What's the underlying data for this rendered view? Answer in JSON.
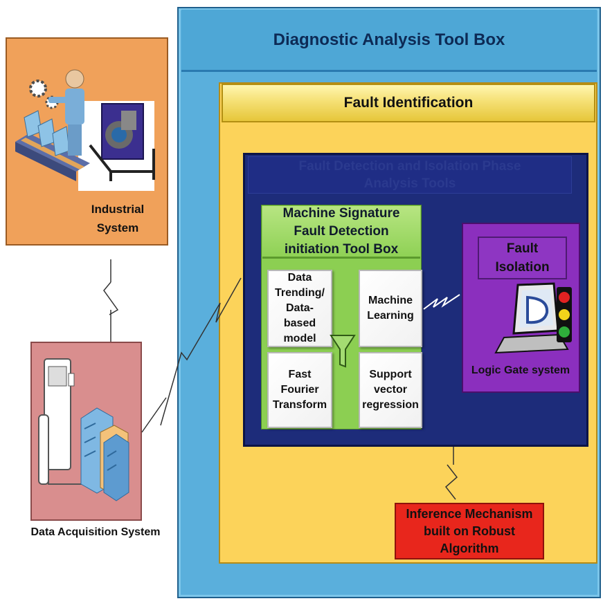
{
  "outer_title": "Diagnostic Analysis Tool Box",
  "fault_identification": "Fault Identification",
  "fdi_title": {
    "line1": "Fault Detection and Isolation Phase",
    "line2": "Analysis Tools"
  },
  "signature": {
    "line1": "Machine Signature",
    "line2": "Fault Detection",
    "line3": "initiation Tool Box"
  },
  "tools": {
    "trending": {
      "line1": "Data",
      "line2": "Trending/",
      "line3": "Data-",
      "line4": "based",
      "line5": "model"
    },
    "ml": {
      "line1": "Machine",
      "line2": "Learning"
    },
    "fft": {
      "line1": "Fast",
      "line2": "Fourier",
      "line3": "Transform"
    },
    "svr": {
      "line1": "Support",
      "line2": "vector",
      "line3": "regression"
    }
  },
  "isolation": {
    "line1": "Fault",
    "line2": "Isolation",
    "logic": "Logic Gate system"
  },
  "inference": {
    "line1": "Inference Mechanism",
    "line2": "built on Robust",
    "line3": "Algorithm"
  },
  "industrial": {
    "line1": "Industrial",
    "line2": "System"
  },
  "daq": "Data Acquisition System",
  "colors": {
    "tool_box_blue": "#5aafdc",
    "fault_id_yellow": "#fcd35a",
    "fdi_navy": "#1d2c7a",
    "signature_green": "#8ccf52",
    "isolation_purple": "#8b2fbe",
    "inference_red": "#e8261c",
    "industrial_orange": "#f0a15a",
    "daq_pink": "#d98e8e"
  }
}
